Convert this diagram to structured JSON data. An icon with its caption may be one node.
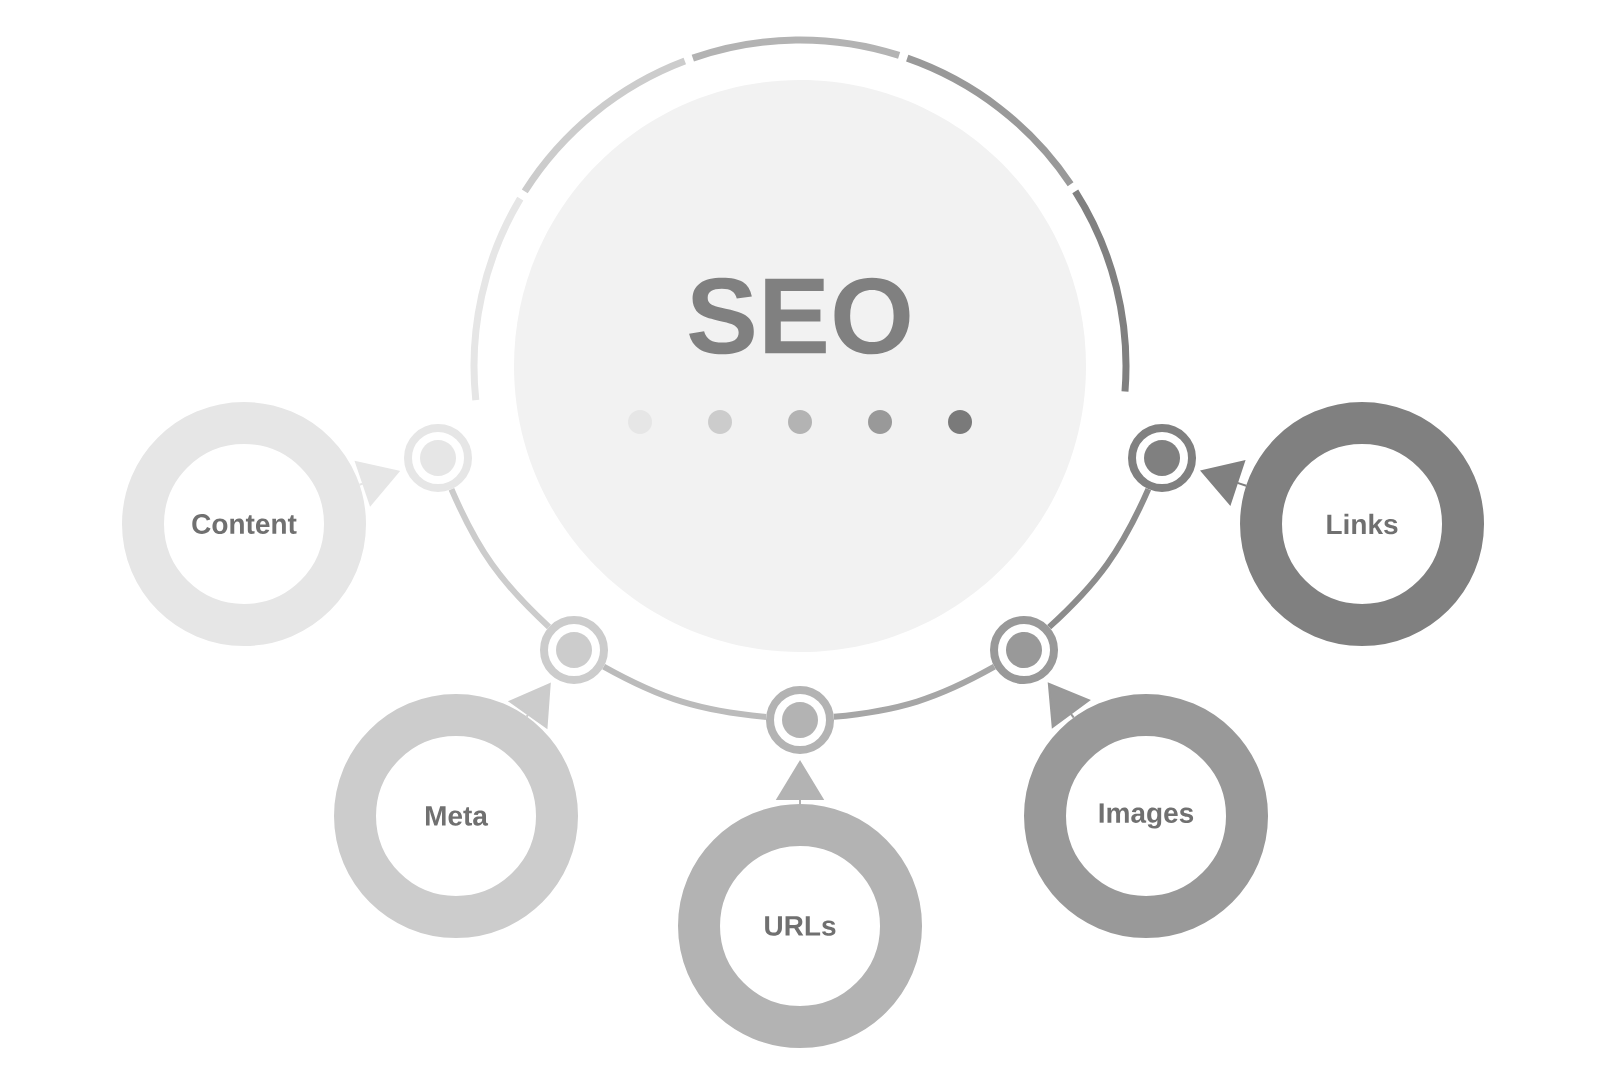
{
  "diagram": {
    "nodes": [
      {
        "text": [
          "SEO"
        ]
      },
      {
        "text": [
          "Content"
        ]
      },
      {
        "text": [
          "Meta"
        ]
      },
      {
        "text": [
          "URLs"
        ]
      },
      {
        "text": [
          "Images"
        ]
      },
      {
        "text": [
          "Links"
        ]
      },
      {
        "text": [],
        "shape": "circle"
      },
      {
        "text": [],
        "shape": "circle"
      },
      {
        "text": [],
        "shape": "circle"
      },
      {
        "text": [],
        "shape": "circle"
      },
      {
        "text": [],
        "shape": "circle"
      }
    ],
    "edges": [
      {
        "from": 6,
        "to": 7,
        "arrow": "none",
        "style": "thick",
        "color": "#cccccc"
      },
      {
        "from": 7,
        "to": 8,
        "arrow": "none",
        "style": "thick",
        "color": "#bbbbbb"
      },
      {
        "from": 8,
        "to": 9,
        "arrow": "none",
        "style": "thick",
        "color": "#a6a6a6"
      },
      {
        "from": 9,
        "to": 10,
        "arrow": "none",
        "style": "thick",
        "color": "#8c8c8c"
      },
      {
        "from": 1,
        "to": 6,
        "arrow": "to",
        "color": "#e6e6e6"
      },
      {
        "from": 2,
        "to": 7,
        "arrow": "to",
        "color": "#cccccc"
      },
      {
        "from": 3,
        "to": 8,
        "arrow": "to",
        "color": "#b3b3b3"
      },
      {
        "from": 4,
        "to": 9,
        "arrow": "to",
        "color": "#999999"
      },
      {
        "from": 5,
        "to": 10,
        "arrow": "to",
        "color": "#808080"
      }
    ]
  }
}
